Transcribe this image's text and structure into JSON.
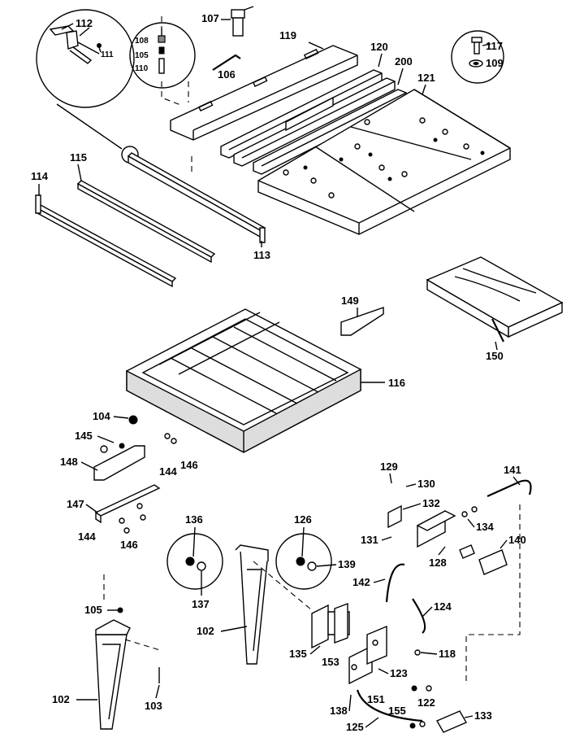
{
  "parts": {
    "p112": "112",
    "p111": "111",
    "p107": "107",
    "p108": "108",
    "p105a": "105",
    "p110": "110",
    "p106": "106",
    "p119": "119",
    "p120": "120",
    "p200": "200",
    "p121": "121",
    "p117": "117",
    "p109": "109",
    "p115": "115",
    "p114": "114",
    "p113": "113",
    "p149": "149",
    "p150": "150",
    "p116": "116",
    "p104": "104",
    "p145": "145",
    "p148": "148",
    "p144a": "144",
    "p146a": "146",
    "p147": "147",
    "p144b": "144",
    "p146b": "146",
    "p129": "129",
    "p130": "130",
    "p132": "132",
    "p141": "141",
    "p134": "134",
    "p131": "131",
    "p128": "128",
    "p140": "140",
    "p136": "136",
    "p126": "126",
    "p139": "139",
    "p137": "137",
    "p142": "142",
    "p124": "124",
    "p105b": "105",
    "p102a": "102",
    "p135": "135",
    "p118": "118",
    "p153": "153",
    "p123": "123",
    "p151": "151",
    "p122": "122",
    "p102b": "102",
    "p103": "103",
    "p138": "138",
    "p155": "155",
    "p125": "125",
    "p133": "133"
  },
  "icons": {
    "zoom_circle": "detail-magnifier-icon",
    "screw": "screw-icon",
    "washer": "washer-icon",
    "nut": "nut-icon"
  }
}
